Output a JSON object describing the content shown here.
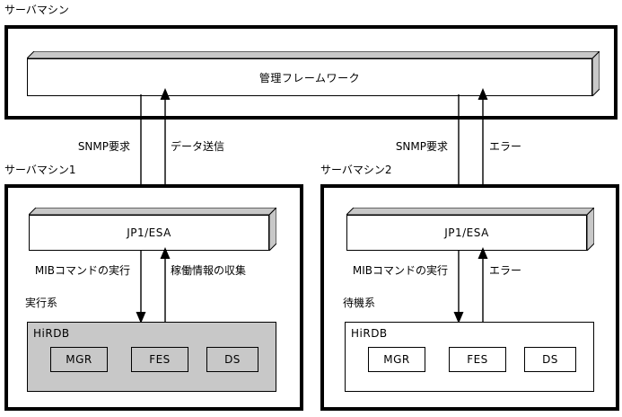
{
  "diagram": {
    "title_top": "サーバマシン",
    "top_panel": {
      "framework_box": "管理フレームワーク"
    },
    "flows_top": [
      {
        "label": "SNMP要求",
        "direction": "down"
      },
      {
        "label": "データ送信",
        "direction": "up"
      },
      {
        "label": "SNMP要求",
        "direction": "down"
      },
      {
        "label": "エラー",
        "direction": "up"
      }
    ],
    "machines": [
      {
        "title": "サーバマシン1",
        "agent_box": "JP1/ESA",
        "flow_down_label": "MIBコマンドの実行",
        "flow_up_label": "稼働情報の収集",
        "system_label": "実行系",
        "db_label": "HiRDB",
        "db_filled": true,
        "units": [
          "MGR",
          "FES",
          "DS"
        ]
      },
      {
        "title": "サーバマシン2",
        "agent_box": "JP1/ESA",
        "flow_down_label": "MIBコマンドの実行",
        "flow_up_label": "エラー",
        "system_label": "待機系",
        "db_label": "HiRDB",
        "db_filled": false,
        "units": [
          "MGR",
          "FES",
          "DS"
        ]
      }
    ],
    "colors": {
      "line": "#000000",
      "fill_gray": "#c8c8c8",
      "fill_white": "#ffffff"
    }
  }
}
